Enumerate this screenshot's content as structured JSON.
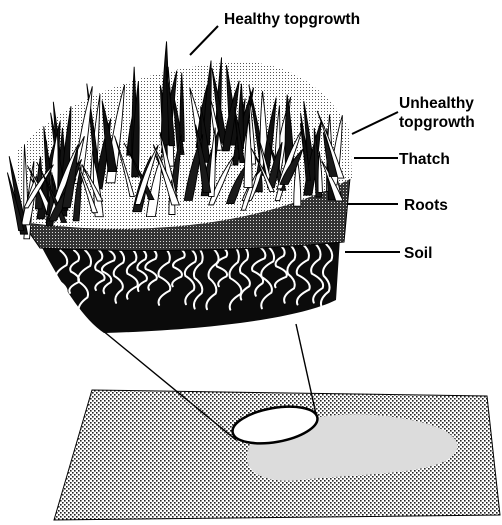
{
  "labels": {
    "healthy": "Healthy topgrowth",
    "unhealthy_line1": "Unhealthy",
    "unhealthy_line2": "topgrowth",
    "thatch": "Thatch",
    "roots": "Roots",
    "soil": "Soil"
  },
  "colors": {
    "ink": "#000000",
    "paper": "#ffffff",
    "ground_stipple": "#8c8c8c",
    "patch": "#d6d6d6"
  }
}
